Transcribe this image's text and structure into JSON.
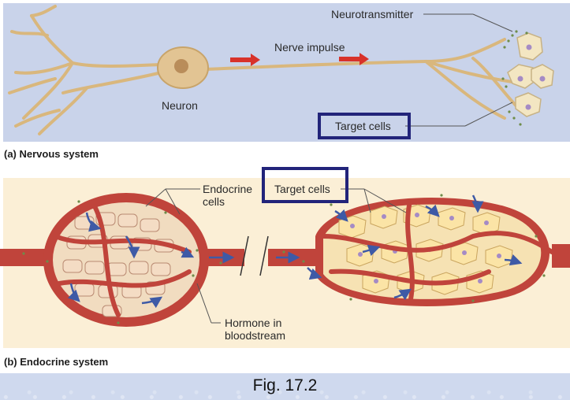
{
  "panel_a": {
    "caption": "(a) Nervous system",
    "labels": {
      "neurotransmitter": "Neurotransmitter",
      "nerve_impulse": "Nerve impulse",
      "neuron": "Neuron",
      "target_cells": "Target cells"
    }
  },
  "panel_b": {
    "caption": "(b) Endocrine system",
    "labels": {
      "endocrine_cells_line1": "Endocrine",
      "endocrine_cells_line2": "cells",
      "target_cells": "Target cells",
      "hormone_line1": "Hormone in",
      "hormone_line2": "bloodstream"
    }
  },
  "figure_caption": "Fig. 17.2",
  "colors": {
    "panel_a_bg": "#c9d3ea",
    "panel_b_bg": "#fbefd6",
    "neuron": "#e2c493",
    "arrow_red": "#d8322a",
    "vessel": "#c0443b",
    "highlight_box": "#22247a",
    "flow_arrow": "#3e5aa6"
  }
}
